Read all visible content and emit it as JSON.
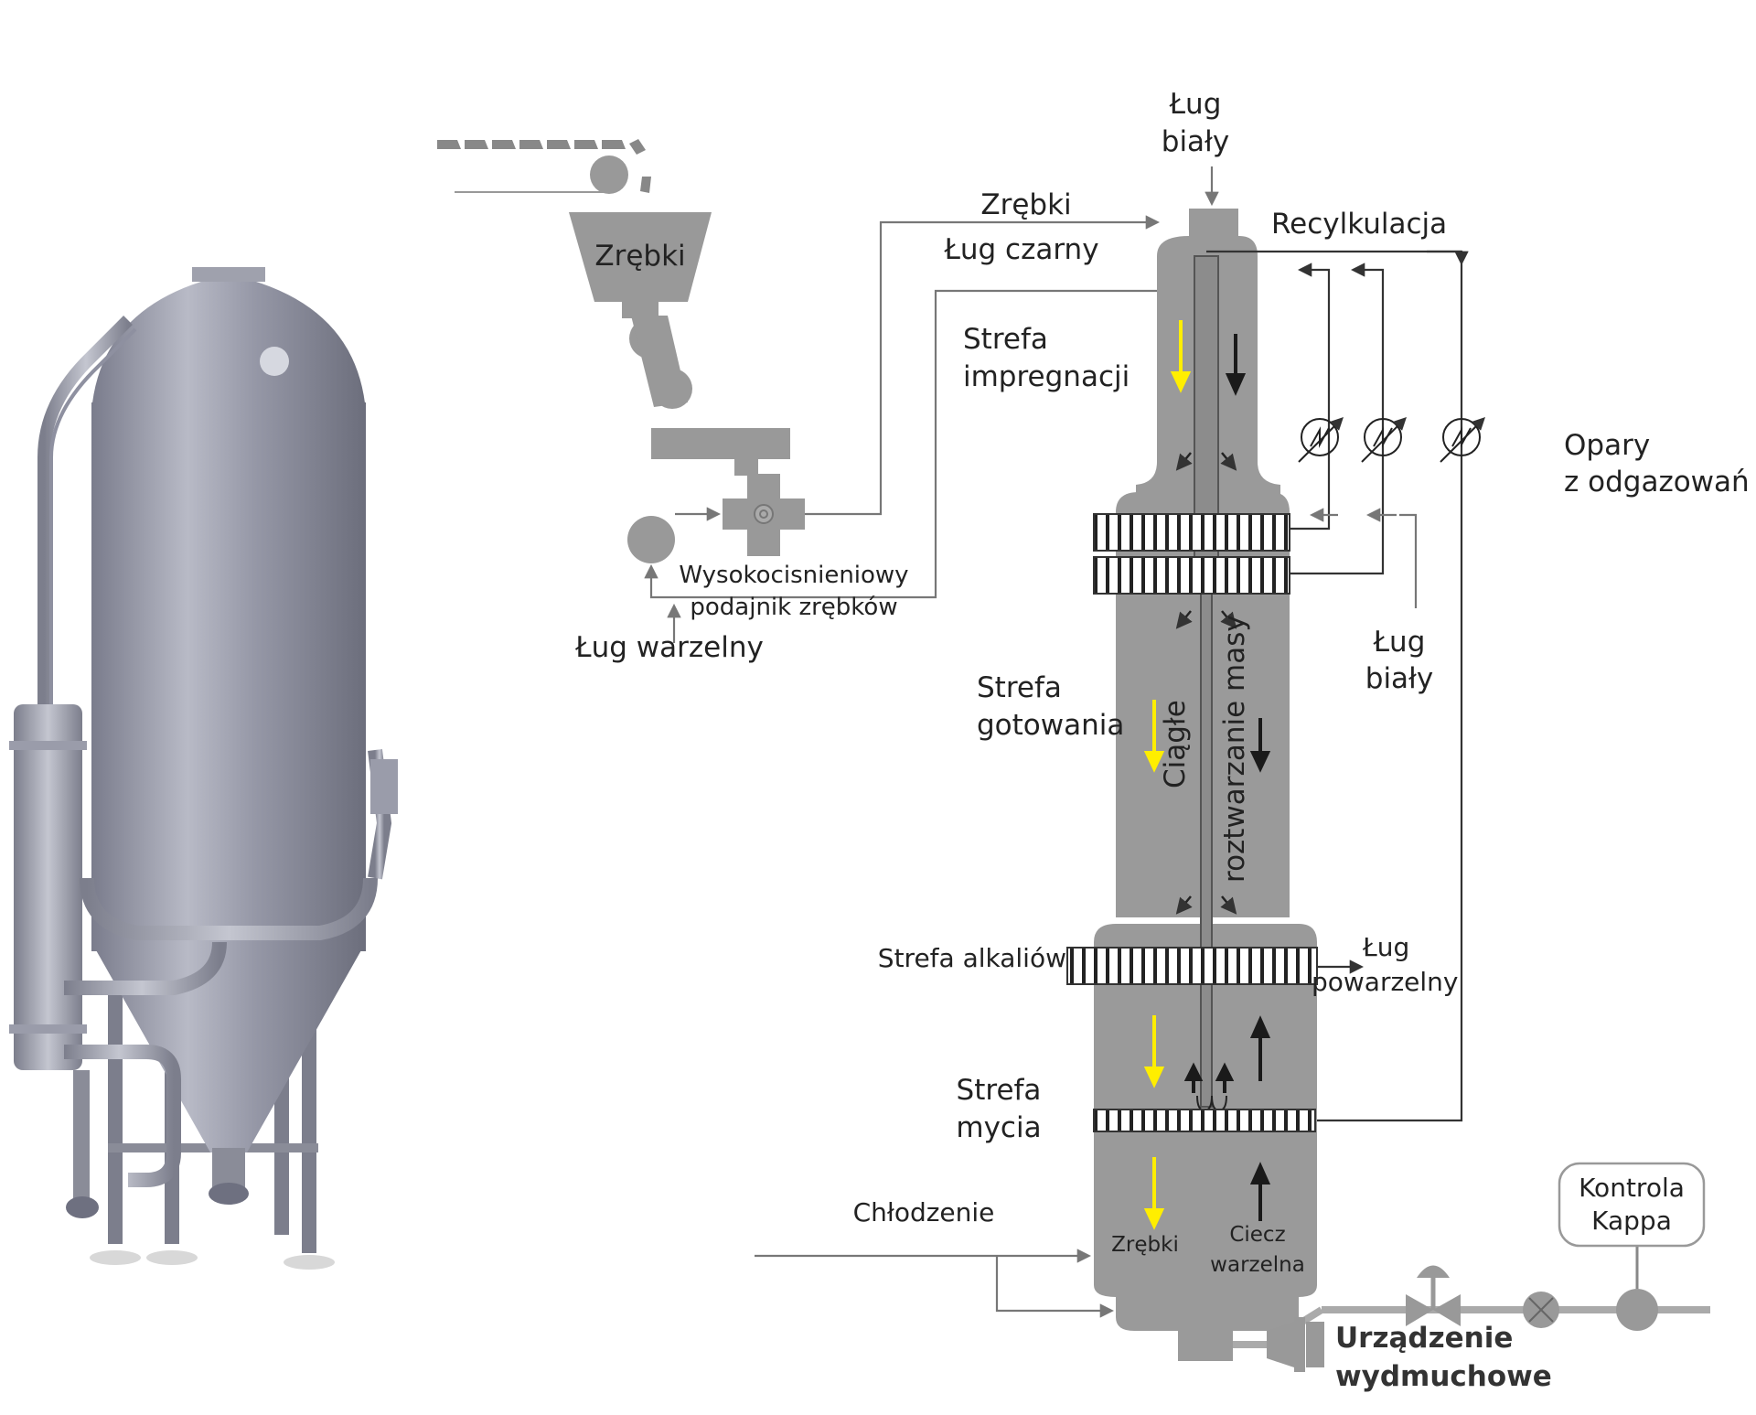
{
  "labels": {
    "lug_bialy_top": [
      "Ług",
      "biały"
    ],
    "zrebki_top": "Zrębki",
    "lug_czarny": "Ług czarny",
    "recylkulacja": "Recylkulacja",
    "hopper_zrebki": "Zrębki",
    "strefa_impregnacji": [
      "Strefa",
      "impregnacji"
    ],
    "opary": [
      "Opary",
      "z odgazowań"
    ],
    "podajnik": [
      "Wysokocisnieniowy",
      "podajnik zrębków"
    ],
    "lug_warzelny": "Ług warzelny",
    "lug_bialy_right": [
      "Ług",
      "biały"
    ],
    "strefa_gotowania": [
      "Strefa",
      "gotowania"
    ],
    "ciagle": "Ciągłe",
    "roztwarzanie": "roztwarzanie masy",
    "strefa_alkaliow": "Strefa alkaliów",
    "lug_powarzelny": [
      "Ług",
      "powarzelny"
    ],
    "strefa_mycia": [
      "Strefa",
      "mycia"
    ],
    "chlodzenie": "Chłodzenie",
    "zrebki_bottom": "Zrębki",
    "ciecz_warzelna": [
      "Ciecz",
      "warzelna"
    ],
    "kontrola_kappa": [
      "Kontrola",
      "Kappa"
    ],
    "urzadzenie": [
      "Urządzenie",
      "wydmuchowe"
    ]
  },
  "colors": {
    "digester_body": "#9a9a9a",
    "vessel_photo": "#8e90a0",
    "flow_down_chips": "#ffee00",
    "flow_liquor": "#1a1a1a",
    "line": "#333333",
    "screen_fill": "#ffffff"
  },
  "icons": [
    "heat-exchanger-icon",
    "valve-icon",
    "flow-meter-icon",
    "kappa-sensor-icon",
    "conveyor-icon",
    "hopper-icon",
    "high-pressure-feeder-icon",
    "blow-device-icon"
  ]
}
